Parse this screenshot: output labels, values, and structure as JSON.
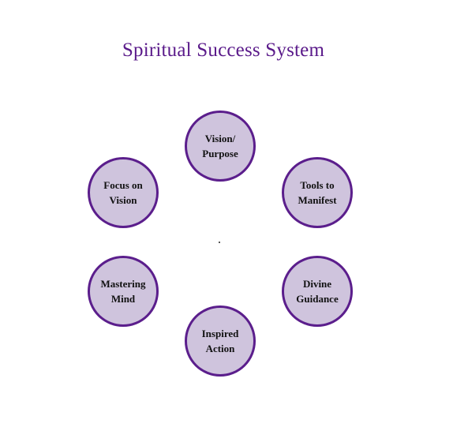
{
  "diagram": {
    "title": "Spiritual Success System",
    "nodes": [
      {
        "id": "vision",
        "label": "Vision/\nPurpose"
      },
      {
        "id": "tools",
        "label": "Tools to\nManifest"
      },
      {
        "id": "divine",
        "label": "Divine\nGuidance"
      },
      {
        "id": "inspired",
        "label": "Inspired\nAction"
      },
      {
        "id": "mastering",
        "label": "Mastering\nMind"
      },
      {
        "id": "focus",
        "label": "Focus on\nVision"
      }
    ],
    "colors": {
      "title": "#5a1a8a",
      "node_fill": "#cfc4dd",
      "node_border": "#5b1e8c"
    }
  }
}
